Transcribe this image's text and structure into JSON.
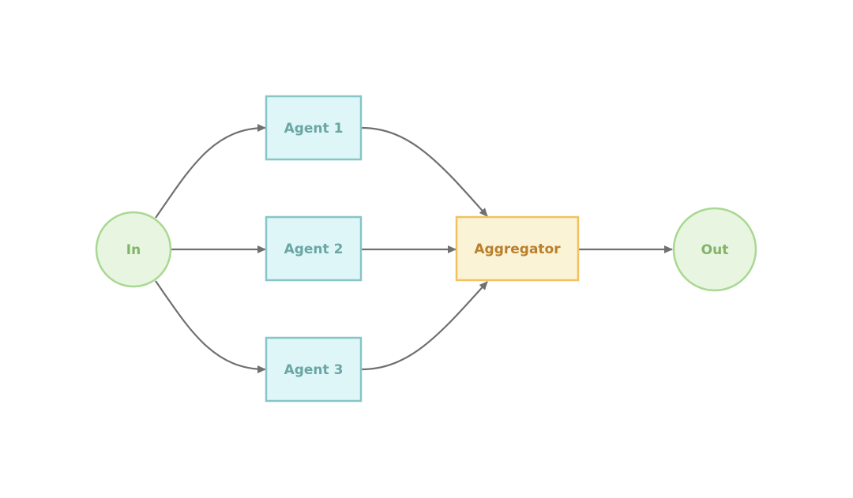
{
  "diagram": {
    "nodes": {
      "in": {
        "label": "In"
      },
      "agent1": {
        "label": "Agent 1"
      },
      "agent2": {
        "label": "Agent 2"
      },
      "agent3": {
        "label": "Agent 3"
      },
      "aggregator": {
        "label": "Aggregator"
      },
      "out": {
        "label": "Out"
      }
    },
    "colors": {
      "io_fill": "#e8f5e0",
      "io_stroke": "#a9d891",
      "io_text": "#82b36a",
      "agent_fill": "#dff6f9",
      "agent_stroke": "#86c6c6",
      "agent_text": "#6aa6a3",
      "aggregator_fill": "#fbf3d6",
      "aggregator_stroke": "#f1c25e",
      "aggregator_text": "#b97f2c",
      "edge": "#707070"
    }
  }
}
